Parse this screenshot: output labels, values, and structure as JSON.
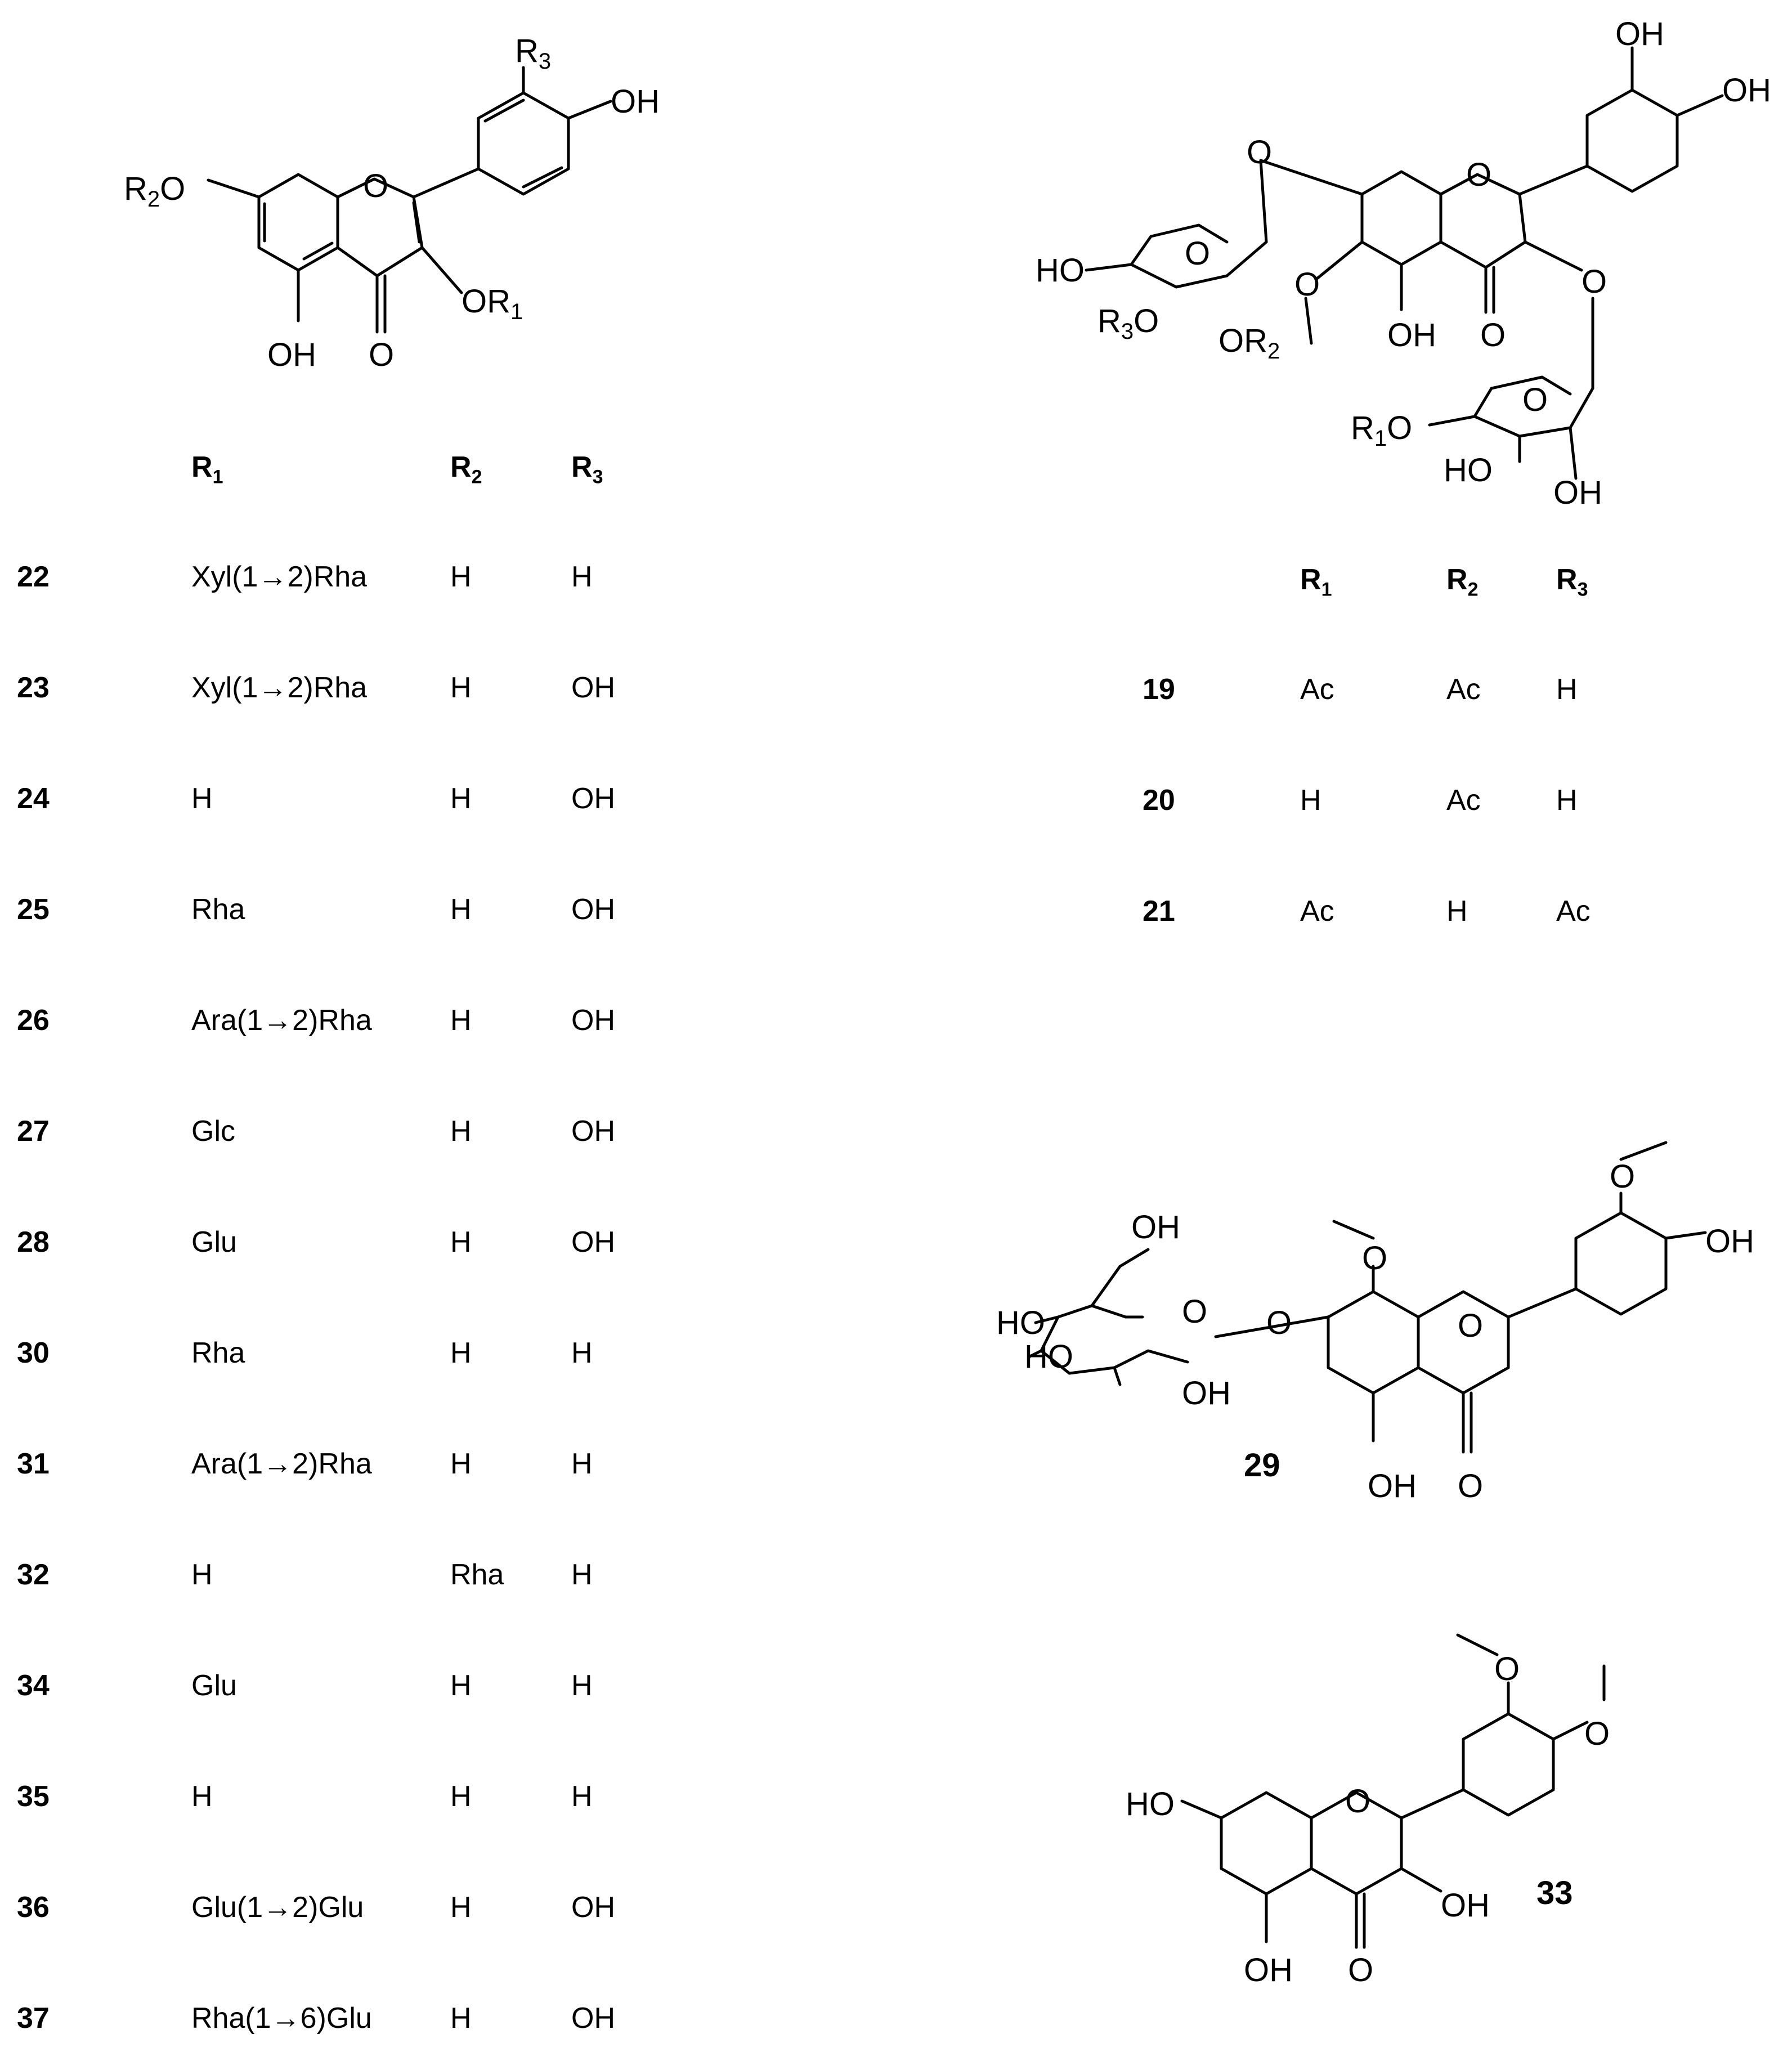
{
  "structure_a": {
    "labels": {
      "r3": "R3",
      "oh_top": "OH",
      "r2o": "R2O",
      "o_ring": "O",
      "or1": "OR1",
      "oh_bottom": "OH",
      "o_carbonyl": "O"
    }
  },
  "structure_b": {
    "labels": {
      "oh1": "OH",
      "oh2": "OH",
      "o_link": "O",
      "o_ring": "O",
      "o_sugar": "O",
      "ho": "HO",
      "r3o": "R3O",
      "or2": "OR2",
      "o_methoxy": "O",
      "oh_5": "OH",
      "o_carbonyl": "O",
      "o_3": "O",
      "o_sugar2": "O",
      "r1o": "R1O",
      "ho2": "HO",
      "oh3": "OH"
    }
  },
  "table_a": {
    "headers": [
      "R1",
      "R2",
      "R3"
    ],
    "rows": [
      {
        "id": "22",
        "r1": "Xyl(1→2)Rha",
        "r2": "H",
        "r3": "H"
      },
      {
        "id": "23",
        "r1": "Xyl(1→2)Rha",
        "r2": "H",
        "r3": "OH"
      },
      {
        "id": "24",
        "r1": "H",
        "r2": "H",
        "r3": "OH"
      },
      {
        "id": "25",
        "r1": "Rha",
        "r2": "H",
        "r3": "OH"
      },
      {
        "id": "26",
        "r1": "Ara(1→2)Rha",
        "r2": "H",
        "r3": "OH"
      },
      {
        "id": "27",
        "r1": "Glc",
        "r2": "H",
        "r3": "OH"
      },
      {
        "id": "28",
        "r1": "Glu",
        "r2": "H",
        "r3": "OH"
      },
      {
        "id": "30",
        "r1": "Rha",
        "r2": "H",
        "r3": "H"
      },
      {
        "id": "31",
        "r1": "Ara(1→2)Rha",
        "r2": "H",
        "r3": "H"
      },
      {
        "id": "32",
        "r1": "H",
        "r2": "Rha",
        "r3": "H"
      },
      {
        "id": "34",
        "r1": "Glu",
        "r2": "H",
        "r3": "H"
      },
      {
        "id": "35",
        "r1": "H",
        "r2": "H",
        "r3": "H"
      },
      {
        "id": "36",
        "r1": "Glu(1→2)Glu",
        "r2": "H",
        "r3": "OH"
      },
      {
        "id": "37",
        "r1": "Rha(1→6)Glu",
        "r2": "H",
        "r3": "OH"
      }
    ]
  },
  "table_b": {
    "headers": [
      "R1",
      "R2",
      "R3"
    ],
    "rows": [
      {
        "id": "19",
        "r1": "Ac",
        "r2": "Ac",
        "r3": "H"
      },
      {
        "id": "20",
        "r1": "H",
        "r2": "Ac",
        "r3": "H"
      },
      {
        "id": "21",
        "r1": "Ac",
        "r2": "H",
        "r3": "Ac"
      }
    ]
  },
  "structure_29": {
    "id": "29",
    "labels": {
      "oh_ch2": "OH",
      "ho1": "HO",
      "o_ring": "O",
      "ho2": "HO",
      "oh_sugar": "OH",
      "o_link": "O",
      "o_methoxy": "O",
      "o_pyran": "O",
      "o_methoxy2": "O",
      "oh_4": "OH",
      "oh_5": "OH",
      "o_carbonyl": "O"
    }
  },
  "structure_33": {
    "id": "33",
    "labels": {
      "o_m1": "O",
      "o_m2": "O",
      "ho7": "HO",
      "o_pyran": "O",
      "oh3": "OH",
      "oh5": "OH",
      "o_carbonyl": "O"
    }
  }
}
